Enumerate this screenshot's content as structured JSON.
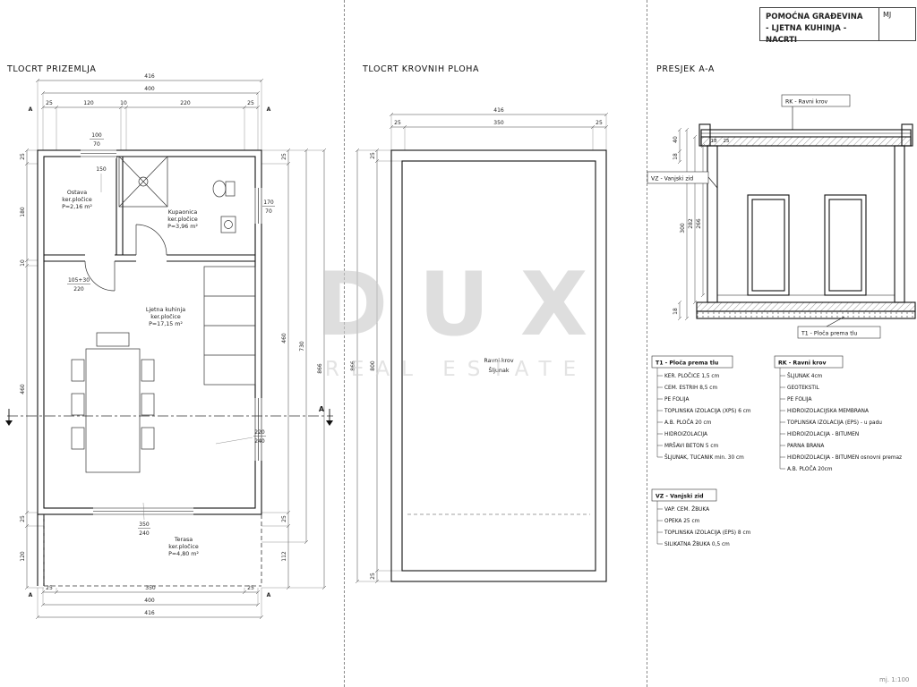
{
  "title_block": {
    "line1": "POMOĆNA GRAĐEVINA",
    "line2": "- LJETNA KUHINJA - NACRTI",
    "scale_label": "MJ"
  },
  "watermark": {
    "line1": "DUX",
    "line2": "REAL ESTATE"
  },
  "footer_note": "mj. 1:100",
  "floor_plan": {
    "title": "TLOCRT PRIZEMLJA",
    "grid_marker": "A",
    "section_marker": "A",
    "dims": {
      "top_total": "416",
      "top_sub": "400",
      "top_segments": [
        "25",
        "120",
        "10",
        "220",
        "25"
      ],
      "left": [
        "25",
        "180",
        "10",
        "460",
        "25",
        "120"
      ],
      "right_inner": [
        "25",
        "460",
        "25",
        "112"
      ],
      "right_mid": "730",
      "right_outer": "866",
      "bottom_segments": [
        "25",
        "350",
        "25"
      ],
      "bottom_sub": "400",
      "bottom_total": "416"
    },
    "openings": {
      "window1_w": "100",
      "window1_h": "70",
      "shower_dim": "150",
      "window2_w": "170",
      "window2_h": "70",
      "door1_w": "105+30",
      "door1_h": "220",
      "window3_w": "220",
      "window3_h": "240",
      "door2_w": "350",
      "door2_h": "240"
    },
    "rooms": {
      "ostava": {
        "name": "Ostava",
        "finish": "ker.pločice",
        "area": "P=2,16 m²"
      },
      "kupaonica": {
        "name": "Kupaonica",
        "finish": "ker.pločice",
        "area": "P=3,96 m²"
      },
      "kuhinja": {
        "name": "Ljetna kuhinja",
        "finish": "ker.pločice",
        "area": "P=17,15 m²"
      },
      "terasa": {
        "name": "Terasa",
        "finish": "ker.pločice",
        "area": "P=4,80 m²"
      }
    }
  },
  "roof_plan": {
    "title": "TLOCRT KROVNIH PLOHA",
    "dims": {
      "top_total": "416",
      "top_segments": [
        "25",
        "350",
        "25"
      ],
      "left_outer": "866",
      "left_inner": "800",
      "left_top": "25",
      "left_bottom": "25"
    },
    "label_line1": "Ravni krov",
    "label_line2": "Šljunak"
  },
  "section": {
    "title": "PRESJEK A-A",
    "label_rk": "RK - Ravni krov",
    "label_vz": "VZ - Vanjski zid",
    "label_t1": "T1 - Ploča prema tlu",
    "dims": {
      "roof_thickness": "40",
      "roof_layer": "18",
      "wall_top_a": "18",
      "wall_top_b": "25",
      "height_outer": "300",
      "height_mid": "282",
      "height_inner": "266",
      "floor_slab": "18"
    }
  },
  "legend": {
    "t1": {
      "title": "T1 - Ploča prema tlu",
      "items": [
        "KER. PLOČICE 1,5 cm",
        "CEM. ESTRIH 8,5 cm",
        "PE FOLIJA",
        "TOPLINSKA IZOLACIJA (XPS) 6 cm",
        "A.B. PLOČA 20 cm",
        "HIDROIZOLACIJA",
        "MRŠAVI BETON 5 cm",
        "ŠLJUNAK, TUCANIK min. 30 cm"
      ]
    },
    "rk": {
      "title": "RK - Ravni krov",
      "items": [
        "ŠLJUNAK 4cm",
        "GEOTEKSTIL",
        "PE FOLIJA",
        "HIDROIZOLACIJSKA MEMBRANA",
        "TOPLINSKA IZOLACIJA (EPS) - u padu",
        "HIDROIZOLACIJA - BITUMEN",
        "PARNA BRANA",
        "HIDROIZOLACIJA - BITUMEN osnovni premaz",
        "A.B. PLOČA 20cm"
      ]
    },
    "vz": {
      "title": "VZ - Vanjski zid",
      "items": [
        "VAP. CEM. ŽBUKA",
        "OPEKA 25 cm",
        "TOPLINSKA IZOLACIJA (EPS) 8 cm",
        "SILIKATNA ŽBUKA 0,5 cm"
      ]
    }
  }
}
